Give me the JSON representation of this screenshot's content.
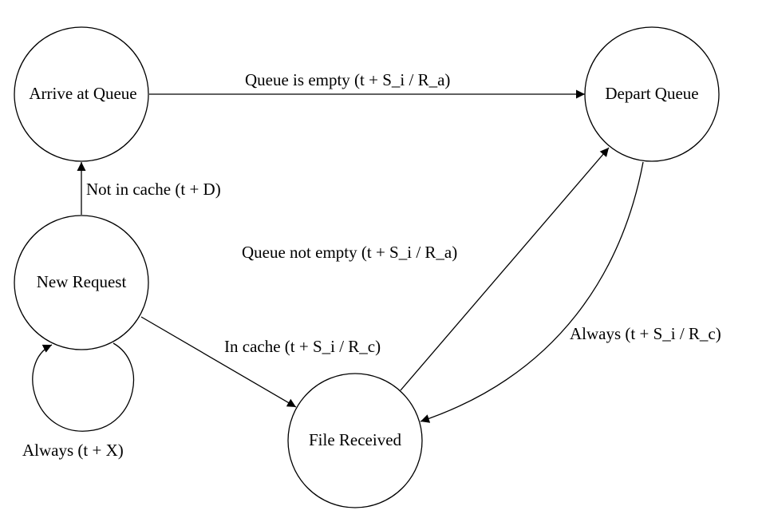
{
  "nodes": {
    "arrive": "Arrive at Queue",
    "depart": "Depart Queue",
    "new_request": "New Request",
    "file_received": "File Received"
  },
  "edges": {
    "queue_empty": "Queue is empty (t + S_i / R_a)",
    "not_in_cache": "Not in cache (t + D)",
    "queue_not_empty": "Queue not empty (t + S_i / R_a)",
    "in_cache": "In cache (t + S_i / R_c)",
    "always_sc": "Always (t + S_i / R_c)",
    "always_x": "Always (t + X)"
  }
}
